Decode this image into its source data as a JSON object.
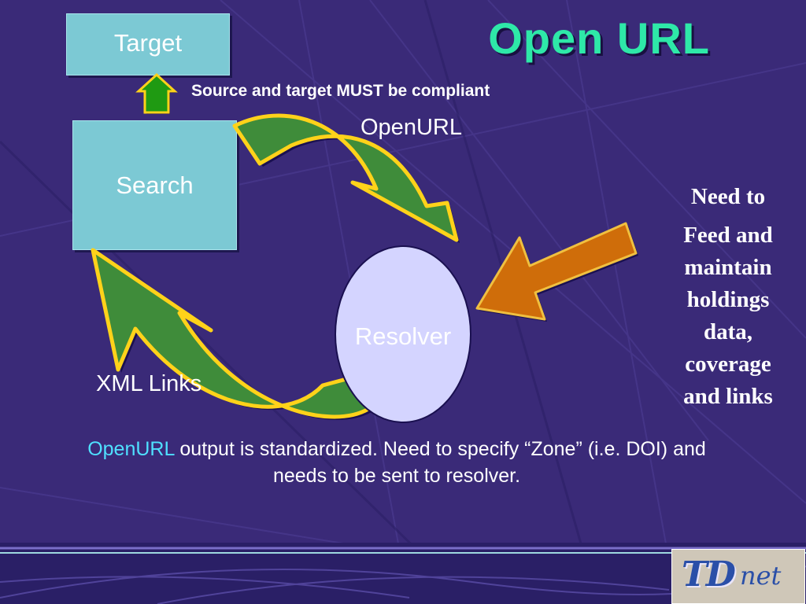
{
  "slide": {
    "title": "Open URL",
    "compliance_note": "Source and target MUST be compliant",
    "caption_accent": "OpenURL",
    "caption_rest": " output is standardized. Need to specify “Zone” (i.e. DOI) and needs to be sent to resolver."
  },
  "diagram": {
    "target_label": "Target",
    "search_label": "Search",
    "resolver_label": "Resolver",
    "openurl_arrow_label": "OpenURL",
    "xml_arrow_label": "XML Links"
  },
  "side_note": {
    "heading": "Need to",
    "body": "Feed and maintain holdings data, coverage and links"
  },
  "logo": {
    "td": "TD",
    "net": "net"
  },
  "colors": {
    "background": "#3a2a78",
    "title": "#2ee8a8",
    "box_fill": "#7cc9d4",
    "resolver_fill": "#d4d4ff",
    "cycle_arrow_fill": "#3f8c3a",
    "cycle_arrow_outline": "#ffd21a",
    "feed_arrow_fill": "#cf6d0a",
    "up_arrow_fill": "#1f9a12",
    "caption_accent": "#4fe0ff"
  },
  "icons": {
    "up_arrow": "up-arrow-icon",
    "feed_arrow": "left-arrow-icon",
    "cycle_arrows": "curved-arrow-icon"
  }
}
